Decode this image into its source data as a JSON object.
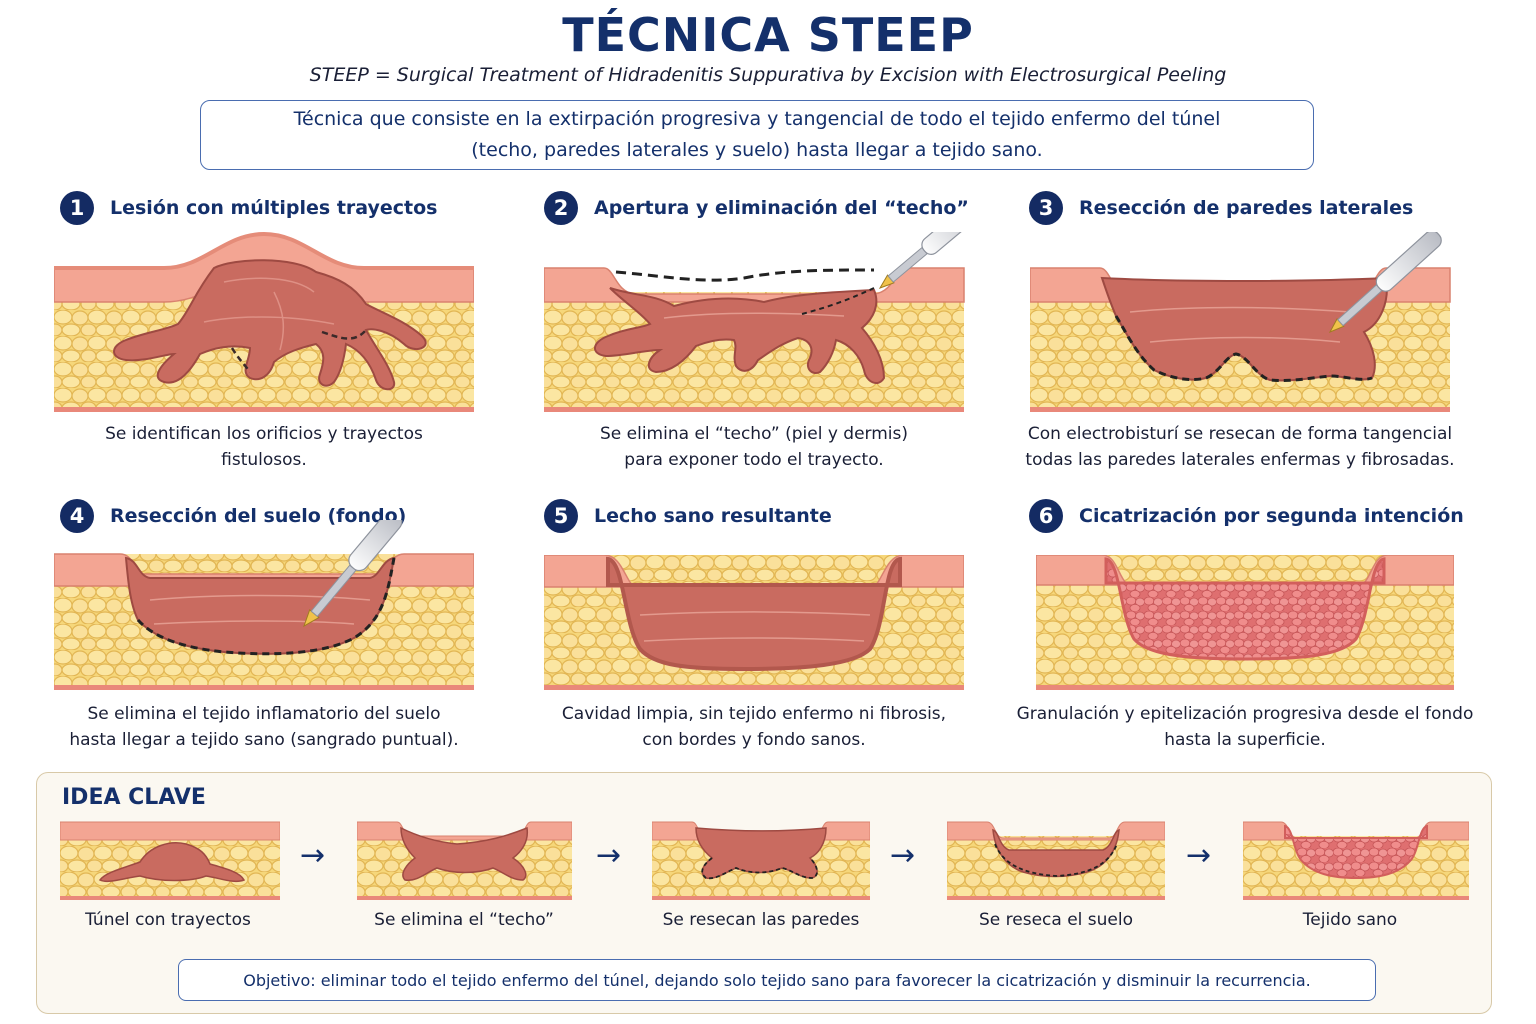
{
  "header": {
    "title": "TÉCNICA STEEP",
    "subtitle": "STEEP = Surgical Treatment of Hidradenitis Suppurativa by Excision with Electrosurgical Peeling",
    "intro": "Técnica que consiste en la extirpación progresiva y tangencial de todo el tejido enfermo del túnel (techo, paredes laterales y suelo) hasta llegar a tejido sano."
  },
  "colors": {
    "navy": "#14306b",
    "fat": "#f6d77a",
    "skin": "#f3a593",
    "tissue": "#c96b60",
    "granulation": "#e8797a"
  },
  "steps": [
    {
      "number": "1",
      "title": "Lesión con múltiples trayectos",
      "desc_line1": "Se identifican los orificios y trayectos",
      "desc_line2": "fistulosos."
    },
    {
      "number": "2",
      "title": "Apertura y eliminación del “techo”",
      "desc_line1": "Se elimina el “techo” (piel y dermis)",
      "desc_line2": "para exponer todo el trayecto."
    },
    {
      "number": "3",
      "title": "Resección de paredes laterales",
      "desc_line1": "Con electrobisturí se resecan de forma tangencial",
      "desc_line2": "todas las paredes laterales enfermas y fibrosadas."
    },
    {
      "number": "4",
      "title": "Resección del suelo (fondo)",
      "desc_line1": "Se elimina el tejido inflamatorio del suelo",
      "desc_line2": "hasta llegar a tejido sano (sangrado puntual)."
    },
    {
      "number": "5",
      "title": "Lecho sano resultante",
      "desc_line1": "Cavidad limpia, sin tejido enfermo ni fibrosis,",
      "desc_line2": "con bordes y fondo sanos."
    },
    {
      "number": "6",
      "title": "Cicatrización por segunda intención",
      "desc_line1": "Granulación y epitelización progresiva desde el fondo",
      "desc_line2": "hasta la superficie."
    }
  ],
  "key_idea": {
    "title": "IDEA CLAVE",
    "stages": [
      "Túnel con trayectos",
      "Se elimina el “techo”",
      "Se resecan las paredes",
      "Se reseca el suelo",
      "Tejido sano"
    ],
    "arrow": "→",
    "objective": "Objetivo: eliminar todo el tejido enfermo del túnel, dejando solo tejido sano para favorecer la cicatrización y disminuir la recurrencia."
  }
}
